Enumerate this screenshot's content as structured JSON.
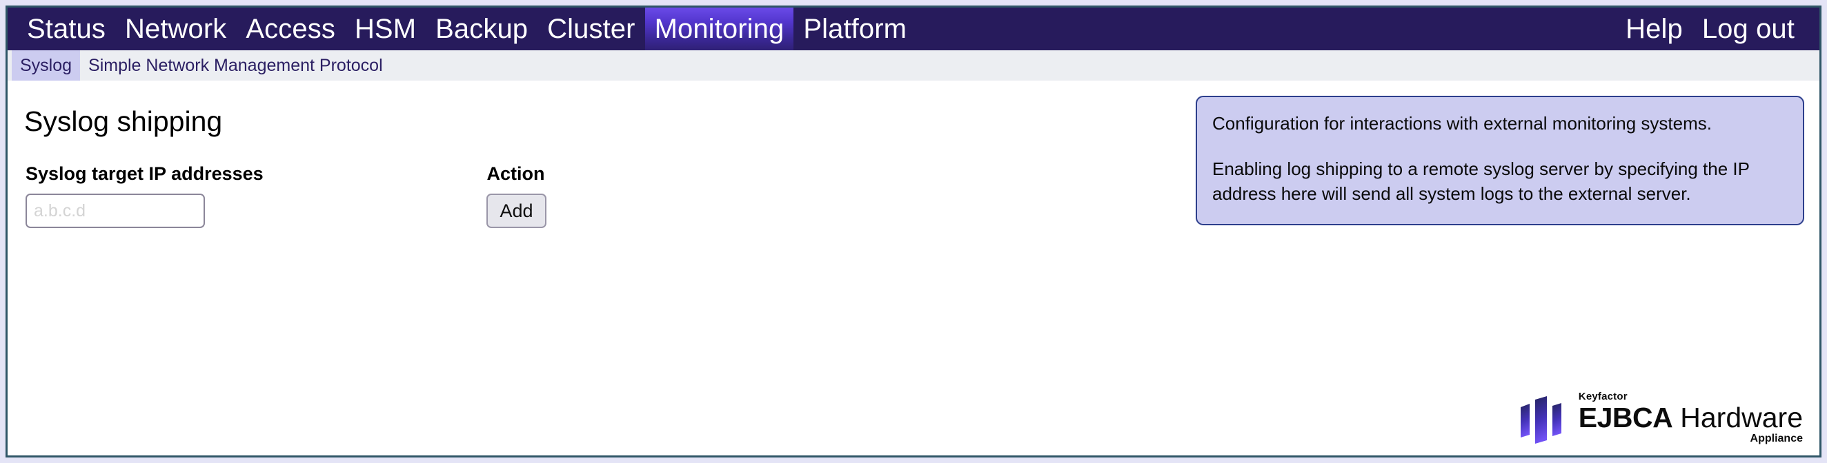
{
  "topnav": {
    "items": [
      {
        "label": "Status",
        "active": false
      },
      {
        "label": "Network",
        "active": false
      },
      {
        "label": "Access",
        "active": false
      },
      {
        "label": "HSM",
        "active": false
      },
      {
        "label": "Backup",
        "active": false
      },
      {
        "label": "Cluster",
        "active": false
      },
      {
        "label": "Monitoring",
        "active": true
      },
      {
        "label": "Platform",
        "active": false
      }
    ],
    "right_items": [
      {
        "label": "Help"
      },
      {
        "label": "Log out"
      }
    ],
    "background_color": "#271b5c",
    "active_color": "#5437cf"
  },
  "subnav": {
    "items": [
      {
        "label": "Syslog",
        "active": true
      },
      {
        "label": "Simple Network Management Protocol",
        "active": false
      }
    ],
    "background_color": "#eceef2",
    "active_color": "#ccccf0",
    "text_color": "#2b1f63"
  },
  "main": {
    "title": "Syslog shipping",
    "table": {
      "headers": [
        "Syslog target IP addresses",
        "Action"
      ],
      "ip_input": {
        "value": "",
        "placeholder": "a.b.c.d"
      },
      "add_label": "Add"
    }
  },
  "info": {
    "paragraphs": [
      "Configuration for interactions with external monitoring systems.",
      "Enabling log shipping to a remote syslog server by specifying the IP address here will send all system logs to the external server."
    ],
    "background_color": "#ccccf0",
    "border_color": "#2c3e8c"
  },
  "brand": {
    "keyfactor": "Keyfactor",
    "product": "EJBCA",
    "product_suffix": "Hardware",
    "appliance": "Appliance",
    "mark_icon": "ejbca-bars-logo-icon",
    "gradient_top": "#2a2a6e",
    "gradient_bottom": "#6b4df0"
  }
}
